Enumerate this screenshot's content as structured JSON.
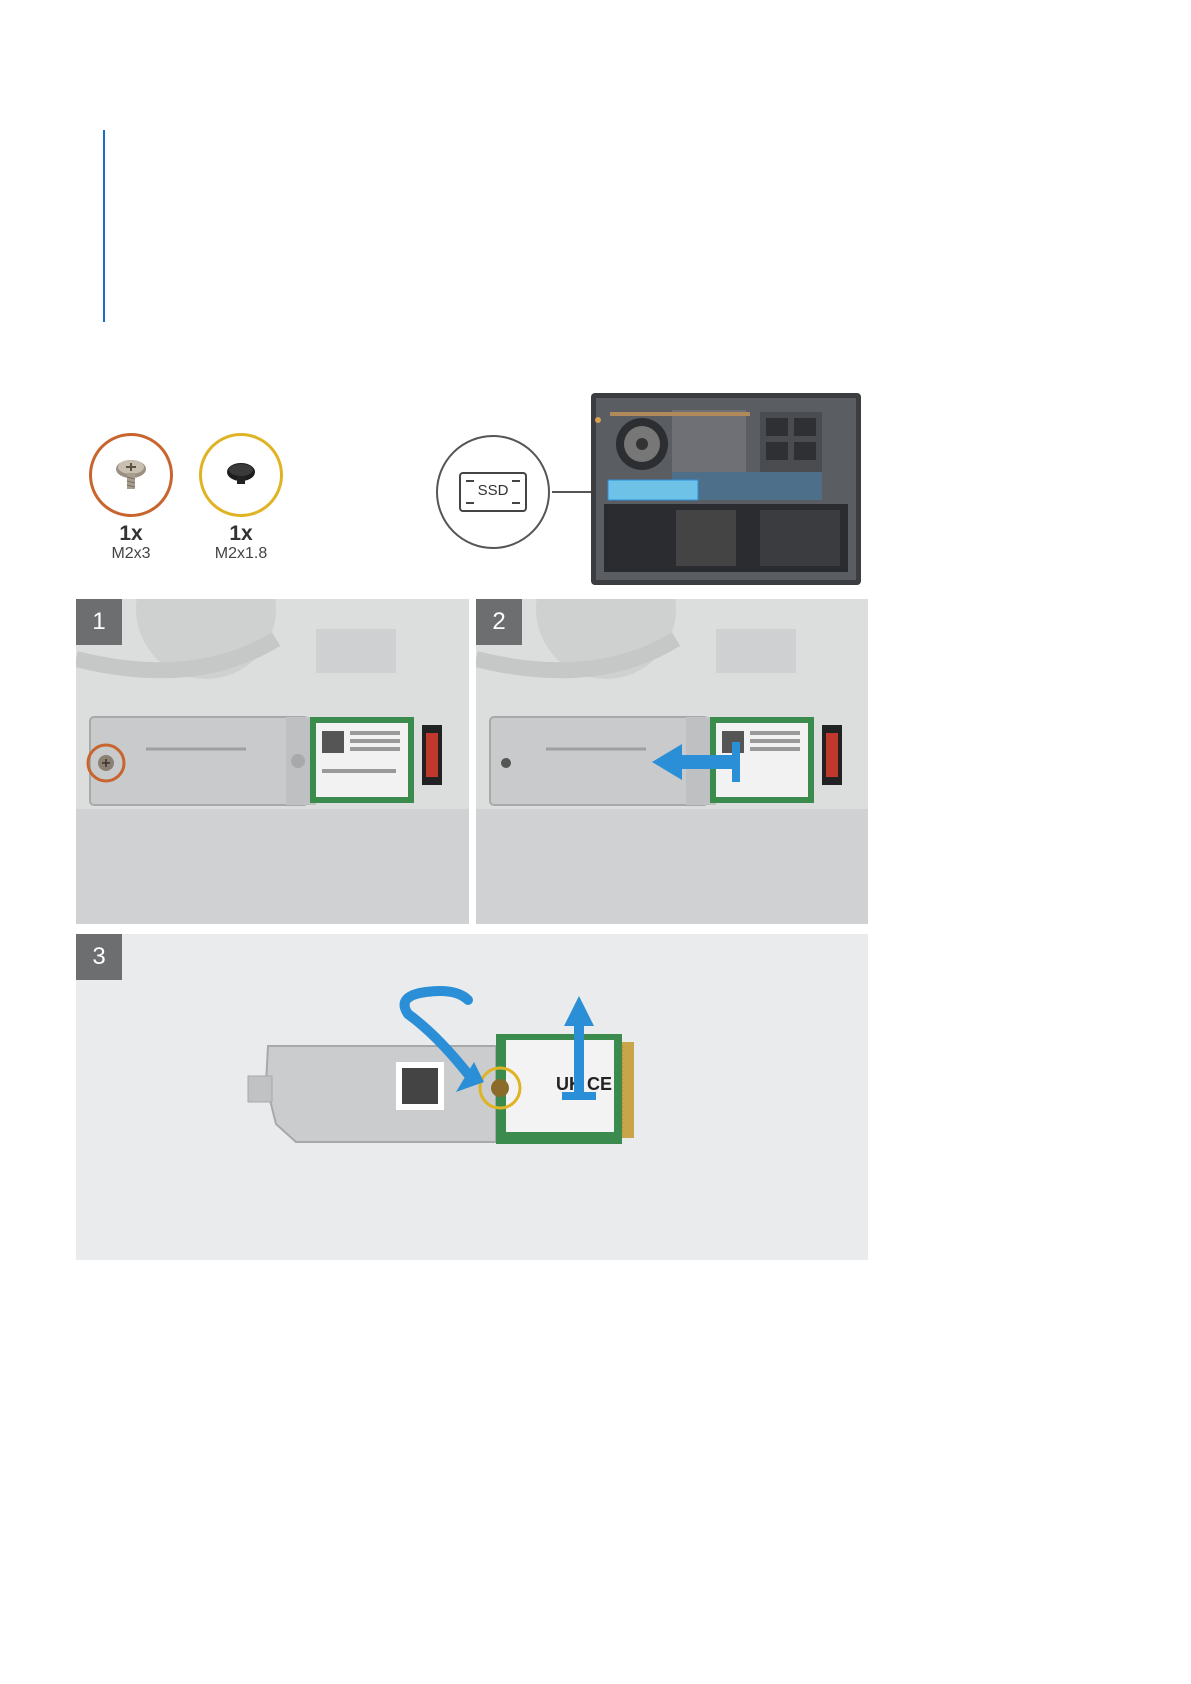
{
  "screws": [
    {
      "qty": "1x",
      "size": "M2x3",
      "ring_color": "#c8652e",
      "icon": "phillips-screw-icon"
    },
    {
      "qty": "1x",
      "size": "M2x1.8",
      "ring_color": "#e0b325",
      "icon": "black-screw-icon"
    }
  ],
  "locator": {
    "label": "SSD",
    "icon": "ssd-icon"
  },
  "steps": [
    {
      "number": "1"
    },
    {
      "number": "2"
    },
    {
      "number": "3"
    }
  ],
  "colors": {
    "accent_bar": "#1a6fc8",
    "arrow_blue": "#2a8fd6",
    "step_badge": "#6d6e70"
  }
}
